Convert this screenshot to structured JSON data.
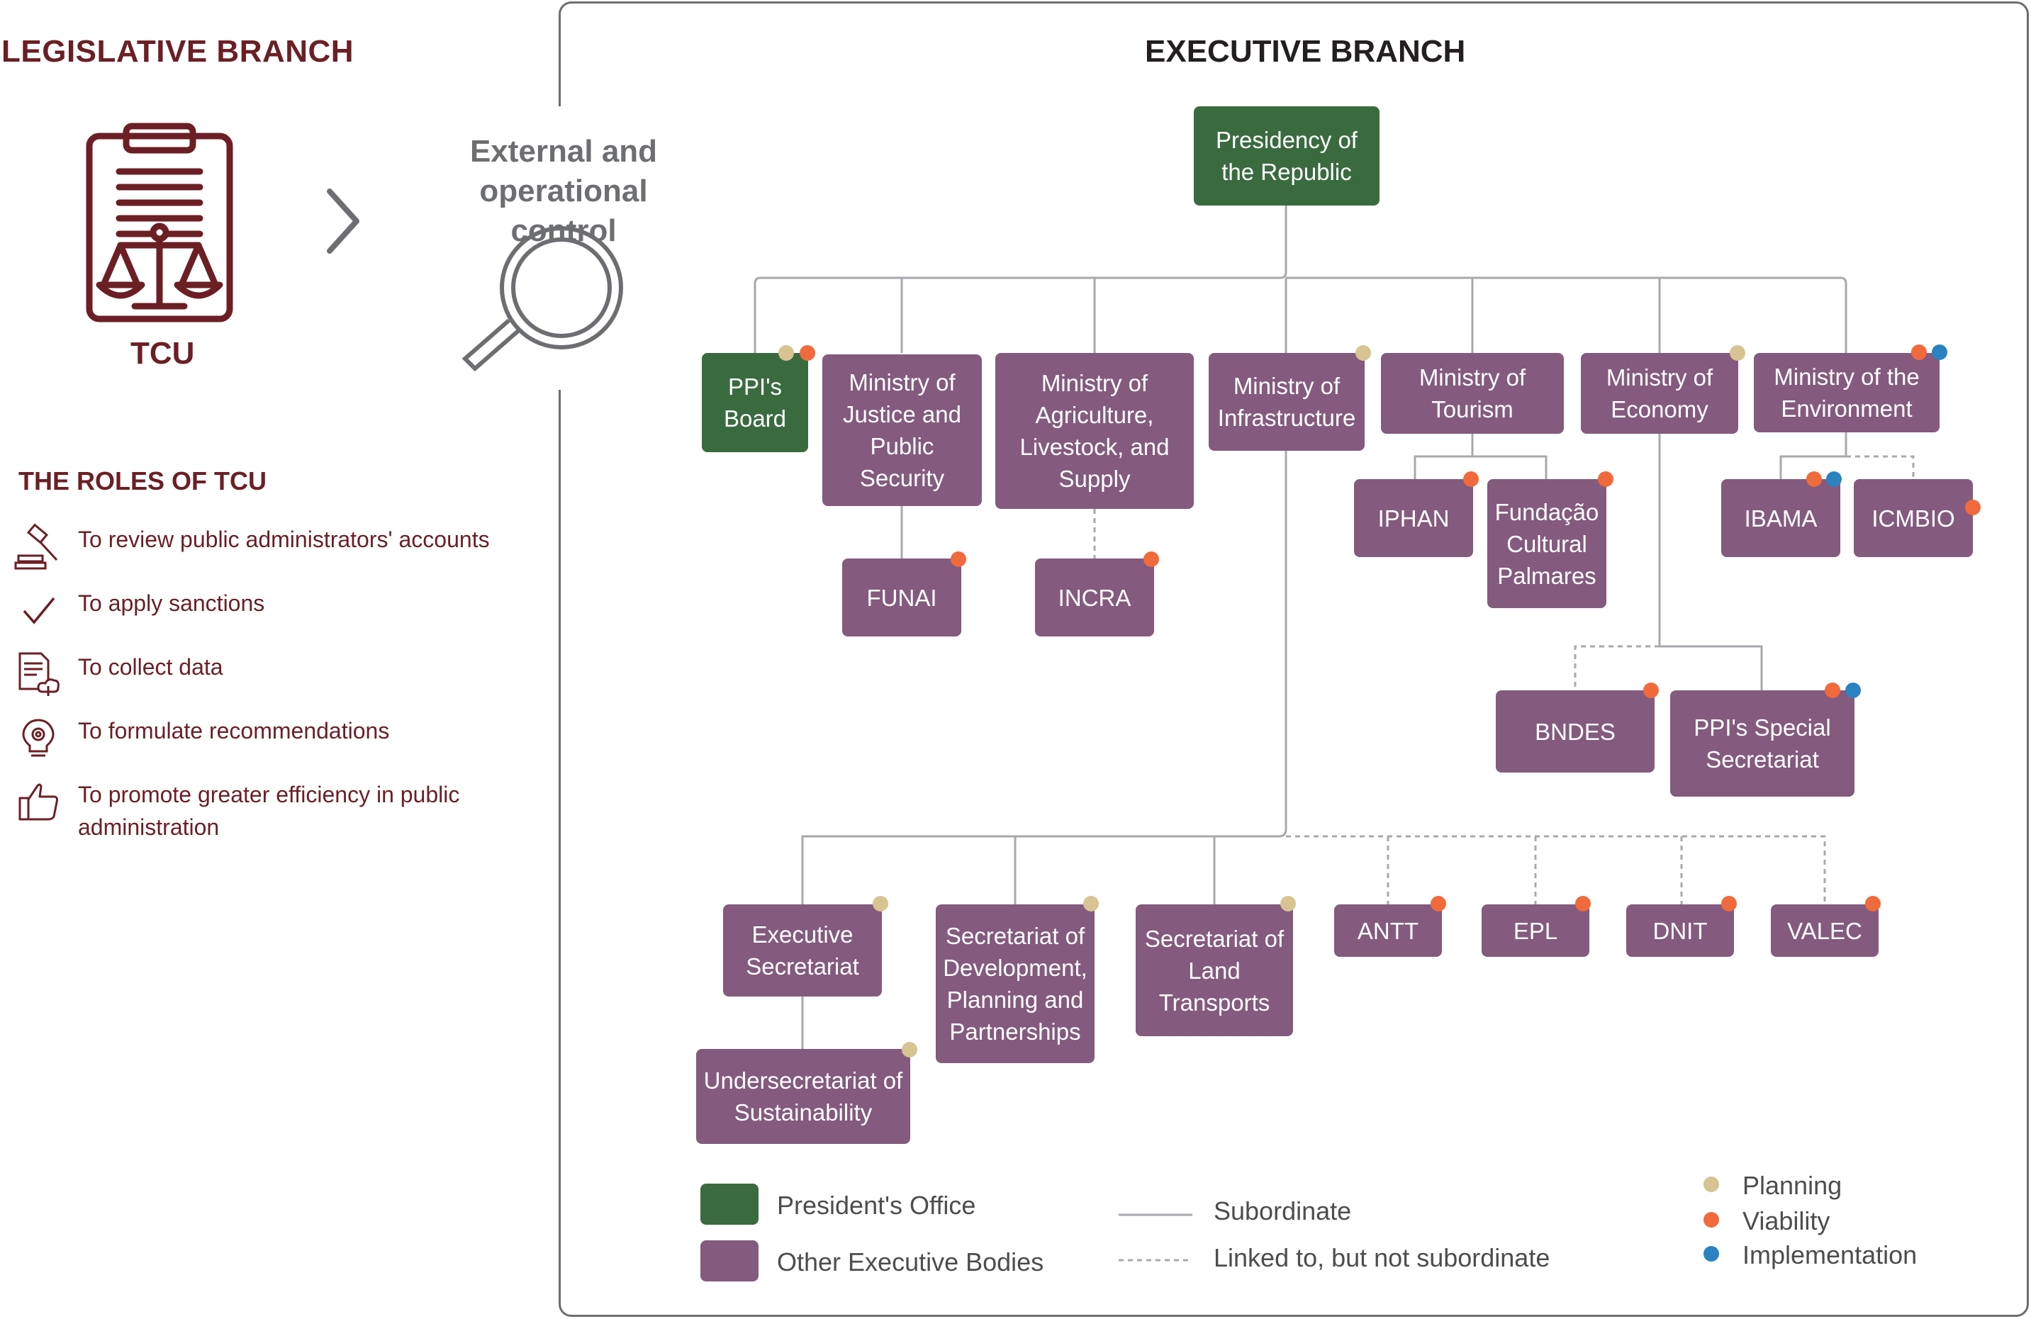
{
  "legislative": {
    "title": "LEGISLATIVE BRANCH",
    "tcu_label": "TCU",
    "roles_title": "THE ROLES OF TCU",
    "roles": [
      {
        "icon": "gavel-icon",
        "text": "To review public administrators' accounts"
      },
      {
        "icon": "checkmark-icon",
        "text": "To apply sanctions"
      },
      {
        "icon": "document-cloud-icon",
        "text": "To collect data"
      },
      {
        "icon": "lightbulb-gear-icon",
        "text": "To formulate recommendations"
      },
      {
        "icon": "thumbs-up-icon",
        "text": "To promote greater efficiency in public administration"
      }
    ]
  },
  "external_control": {
    "label": "External and operational control"
  },
  "executive": {
    "title": "EXECUTIVE BRANCH",
    "nodes": {
      "presidency": "Presidency of the Republic",
      "ppi_board": "PPI's Board",
      "justice": "Ministry of Justice and Public Security",
      "agriculture": "Ministry of Agriculture, Livestock, and Supply",
      "infrastructure": "Ministry of Infrastructure",
      "tourism": "Ministry of Tourism",
      "economy": "Ministry of Economy",
      "environment": "Ministry of the Environment",
      "funai": "FUNAI",
      "incra": "INCRA",
      "iphan": "IPHAN",
      "palmares": "Fundação Cultural Palmares",
      "ibama": "IBAMA",
      "icmbio": "ICMBIO",
      "bndes": "BNDES",
      "ppi_secretariat": "PPI's Special Secretariat",
      "exec_secretariat": "Executive Secretariat",
      "sec_development": "Secretariat of Development, Planning and Partnerships",
      "sec_land": "Secretariat of Land Transports",
      "antt": "ANTT",
      "epl": "EPL",
      "dnit": "DNIT",
      "valec": "VALEC",
      "undersecretariat": "Undersecretariat of Sustainability"
    }
  },
  "legend": {
    "president_office": "President's Office",
    "other_bodies": "Other Executive Bodies",
    "subordinate": "Subordinate",
    "linked": "Linked to, but not subordinate",
    "planning": "Planning",
    "viability": "Viability",
    "implementation": "Implementation"
  },
  "colors": {
    "tcu_maroon": "#6b1f24",
    "executive_purple": "#845a7e",
    "president_green": "#3a6b3f",
    "planning": "#d8c393",
    "viability": "#f06a3c",
    "implementation": "#2b82c0"
  }
}
